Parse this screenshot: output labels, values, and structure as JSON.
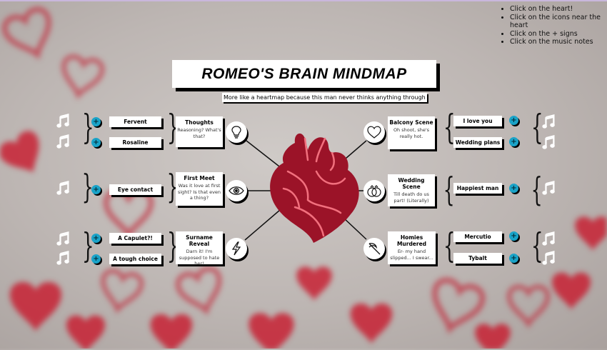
{
  "instructions": [
    "Click on the heart!",
    "Click on the icons near the heart",
    "Click on the + signs",
    "Click on the music notes"
  ],
  "title": "Romeo's Brain Mindmap",
  "subtitle": "More like a heartmap because this man never thinks anything through",
  "plus_symbol": "+",
  "colors": {
    "accent": "#1aa3c8",
    "heart": "#9b1328",
    "heart_veins": "#f2707e"
  },
  "left": [
    {
      "topic": "Thoughts",
      "desc": "Reasoning? What's that?",
      "icon": "lightbulb-icon",
      "items": [
        "Fervent",
        "Rosaline"
      ]
    },
    {
      "topic": "First Meet",
      "desc": "Was it love at first sight? Is that even a thing?",
      "icon": "eye-icon",
      "items": [
        "Eye contact"
      ]
    },
    {
      "topic": "Surname Reveal",
      "desc": "Darn it! I'm supposed to hate her!",
      "icon": "lightning-icon",
      "items": [
        "A Capulet?!",
        "A tough choice"
      ]
    }
  ],
  "right": [
    {
      "topic": "Balcony Scene",
      "desc": "Oh shoot, she's really hot.",
      "icon": "heart-outline-icon",
      "items": [
        "I love you",
        "Wedding plans"
      ]
    },
    {
      "topic": "Wedding Scene",
      "desc": "Till death do us part! (Literally)",
      "icon": "rings-icon",
      "items": [
        "Happiest man"
      ]
    },
    {
      "topic": "Homies Murdered",
      "desc": "Er- my hand slipped... I swear...",
      "icon": "scythe-icon",
      "items": [
        "Mercutio",
        "Tybalt"
      ]
    }
  ]
}
